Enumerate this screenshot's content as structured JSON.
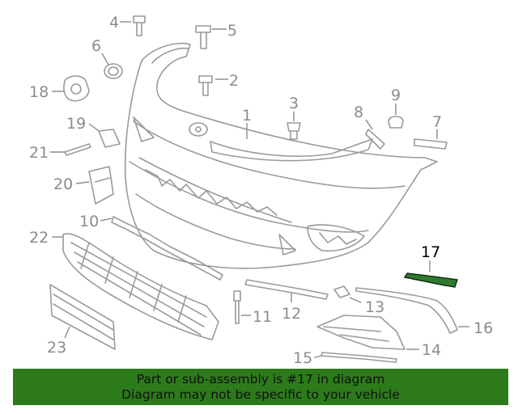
{
  "diagram": {
    "highlight_color": "#2f7a2f",
    "callouts": [
      "1",
      "2",
      "3",
      "4",
      "5",
      "6",
      "7",
      "8",
      "9",
      "10",
      "11",
      "12",
      "13",
      "14",
      "15",
      "16",
      "17",
      "18",
      "19",
      "20",
      "21",
      "22",
      "23"
    ],
    "highlighted_callout": "17"
  },
  "banner": {
    "line1": "Part or sub-assembly is #17 in diagram",
    "line2": "Diagram may not be specific to your vehicle",
    "background": "#2c7a1a"
  }
}
